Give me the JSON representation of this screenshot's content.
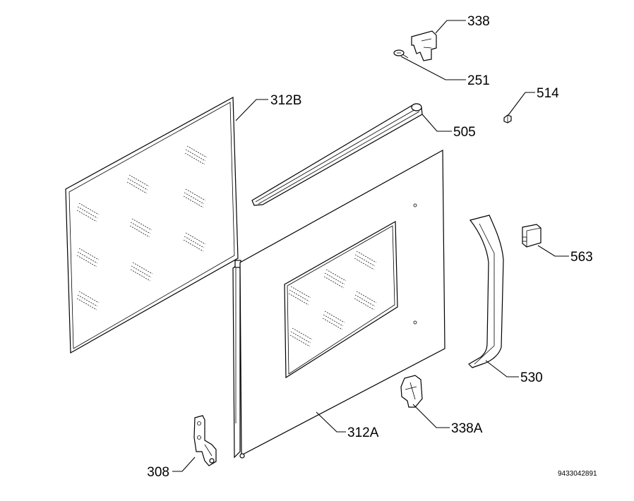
{
  "labels": {
    "l338": "338",
    "l251": "251",
    "l514": "514",
    "l312B": "312B",
    "l505": "505",
    "l563": "563",
    "l530": "530",
    "l338A": "338A",
    "l312A": "312A",
    "l308": "308"
  },
  "reference_code": "9433042891"
}
